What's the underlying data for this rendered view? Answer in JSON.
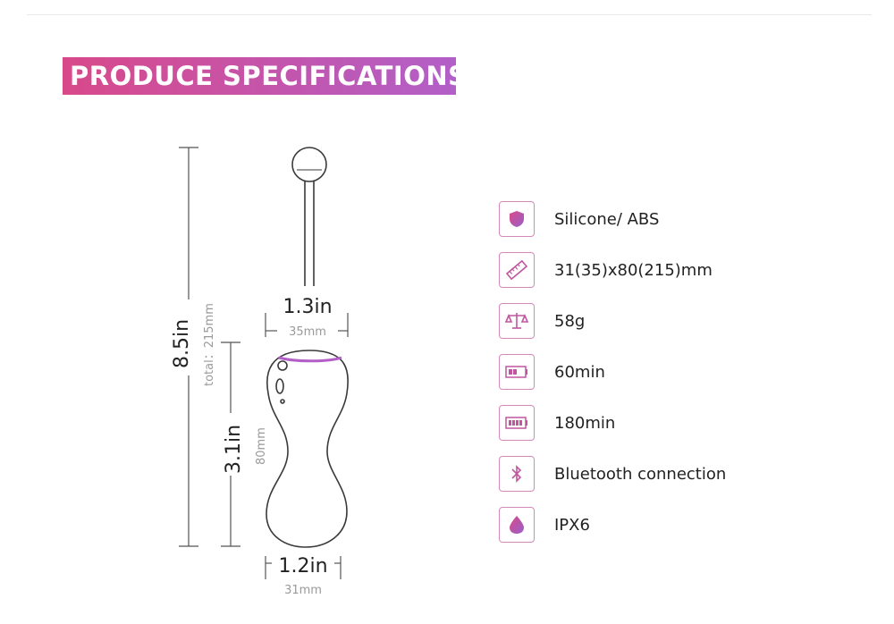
{
  "header": {
    "title": "PRODUCE SPECIFICATIONS"
  },
  "dimensions": {
    "total_height_in": "8.5in",
    "total_height_mm": "total：215mm",
    "body_height_in": "3.1in",
    "body_height_mm": "80mm",
    "top_width_in": "1.3in",
    "top_width_mm": "35mm",
    "bottom_width_in": "1.2in",
    "bottom_width_mm": "31mm"
  },
  "specs": [
    {
      "icon": "shield-icon",
      "label": "Silicone/ ABS"
    },
    {
      "icon": "ruler-icon",
      "label": "31(35)x80(215)mm"
    },
    {
      "icon": "scale-icon",
      "label": "58g"
    },
    {
      "icon": "battery-half-icon",
      "label": "60min"
    },
    {
      "icon": "battery-full-icon",
      "label": "180min"
    },
    {
      "icon": "bluetooth-icon",
      "label": "Bluetooth connection"
    },
    {
      "icon": "water-drop-icon",
      "label": "IPX6"
    }
  ],
  "colors": {
    "accent_start": "#d8498a",
    "accent_end": "#b25fc8",
    "icon_border": "#d38ab8"
  }
}
